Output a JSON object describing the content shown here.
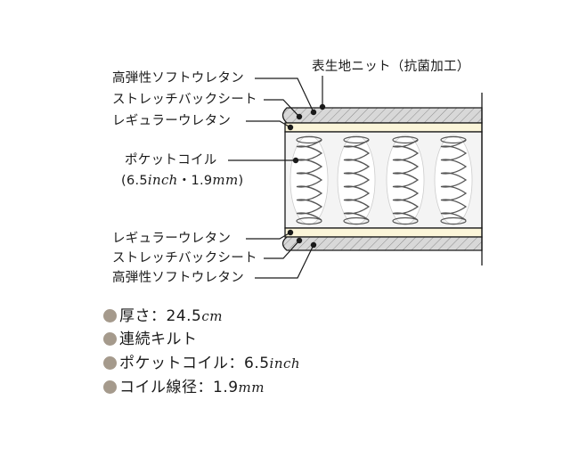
{
  "colors": {
    "line": "#1a1a1a",
    "fabric_fill": "#d6d6d6",
    "urethane_fill": "#fbf5d9",
    "coil_bg": "#f2f2f2",
    "coil_stroke": "#555555",
    "bullet": "#a59a8c"
  },
  "labels": {
    "top_high_urethane": "高弾性ソフトウレタン",
    "top_stretch_sheet": "ストレッチバックシート",
    "top_regular_urethane": "レギュラーウレタン",
    "fabric": "表生地ニット（抗菌加工）",
    "pocket_coil": "ポケットコイル",
    "coil_size_open": "(6.5",
    "coil_size_unit1": "inch",
    "coil_size_mid": "・1.9",
    "coil_size_unit2": "mm",
    "coil_size_close": ")",
    "bottom_regular_urethane": "レギュラーウレタン",
    "bottom_stretch_sheet": "ストレッチバックシート",
    "bottom_high_urethane": "高弾性ソフトウレタン"
  },
  "specs": [
    {
      "text": "厚さ：24.5",
      "unit": "cm"
    },
    {
      "text": "連続キルト",
      "unit": ""
    },
    {
      "text": "ポケットコイル：6.5",
      "unit": "inch"
    },
    {
      "text": "コイル線径：1.9",
      "unit": "mm"
    }
  ]
}
